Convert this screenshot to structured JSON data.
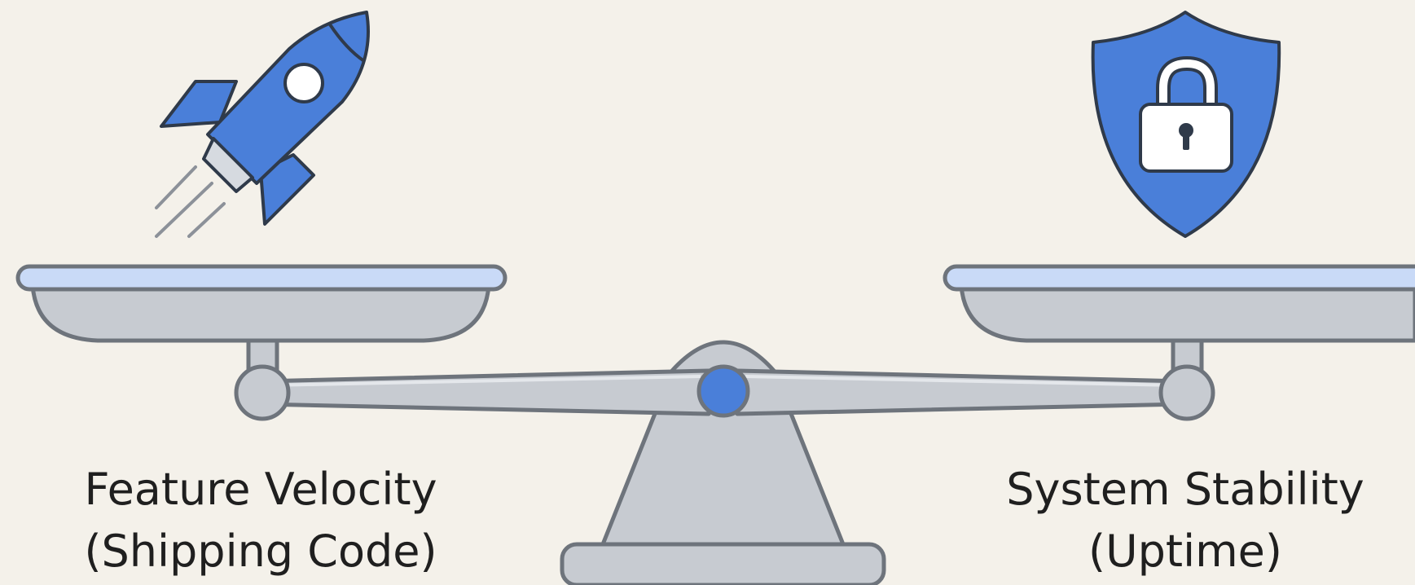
{
  "diagram": {
    "left_side": {
      "icon": "rocket-icon",
      "label_line1": "Feature Velocity",
      "label_line2": "(Shipping Code)"
    },
    "right_side": {
      "icon": "shield-lock-icon",
      "label_line1": "System Stability",
      "label_line2": "(Uptime)"
    },
    "center": {
      "object": "balance-scale"
    }
  },
  "colors": {
    "background": "#f4f1ea",
    "accent_blue": "#4a7fd9",
    "metal_gray": "#c7cbd1",
    "pan_rim_blue": "#c9daf7",
    "outline": "#6e747c",
    "text": "#1f1f1f"
  }
}
